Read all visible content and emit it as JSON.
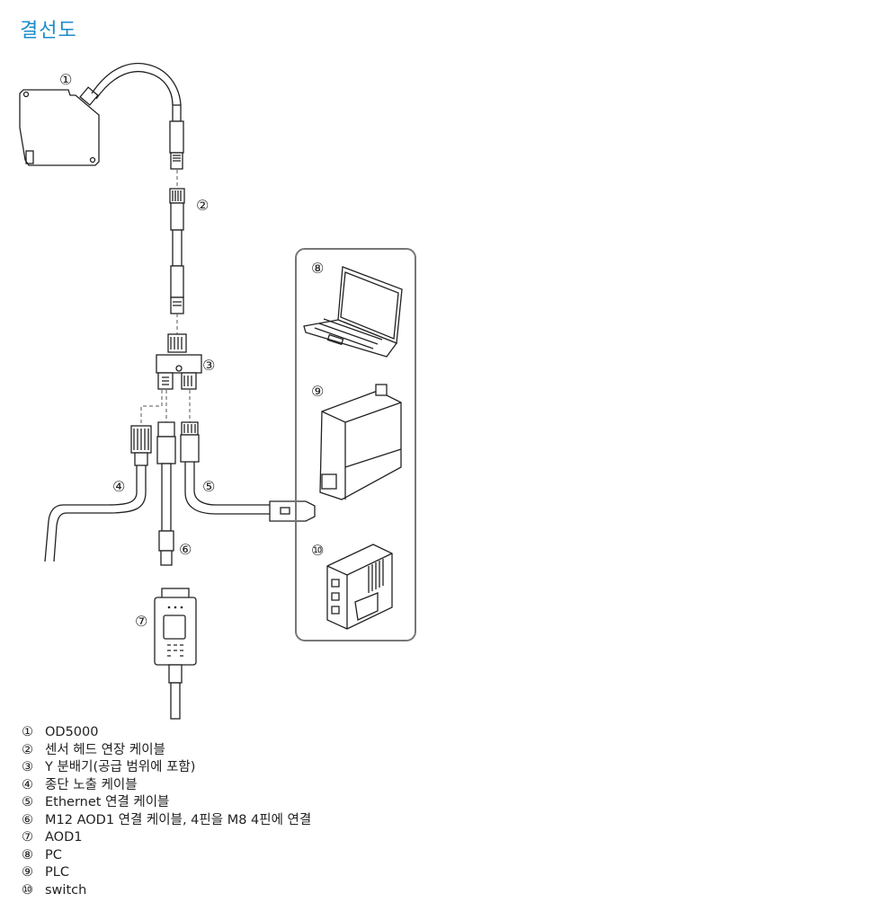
{
  "title": "결선도",
  "callouts": [
    "①",
    "②",
    "③",
    "④",
    "⑤",
    "⑥",
    "⑦",
    "⑧",
    "⑨",
    "⑩"
  ],
  "legend": [
    {
      "num": "①",
      "label": "OD5000"
    },
    {
      "num": "②",
      "label": "센서 헤드 연장 케이블"
    },
    {
      "num": "③",
      "label": "Y 분배기(공급 범위에 포함)"
    },
    {
      "num": "④",
      "label": "종단 노출 케이블"
    },
    {
      "num": "⑤",
      "label": "Ethernet 연결 케이블"
    },
    {
      "num": "⑥",
      "label": "M12 AOD1 연결 케이블, 4핀을 M8 4핀에 연결"
    },
    {
      "num": "⑦",
      "label": "AOD1"
    },
    {
      "num": "⑧",
      "label": "PC"
    },
    {
      "num": "⑨",
      "label": "PLC"
    },
    {
      "num": "⑩",
      "label": "switch"
    }
  ],
  "colors": {
    "title": "#1a8ccc"
  }
}
